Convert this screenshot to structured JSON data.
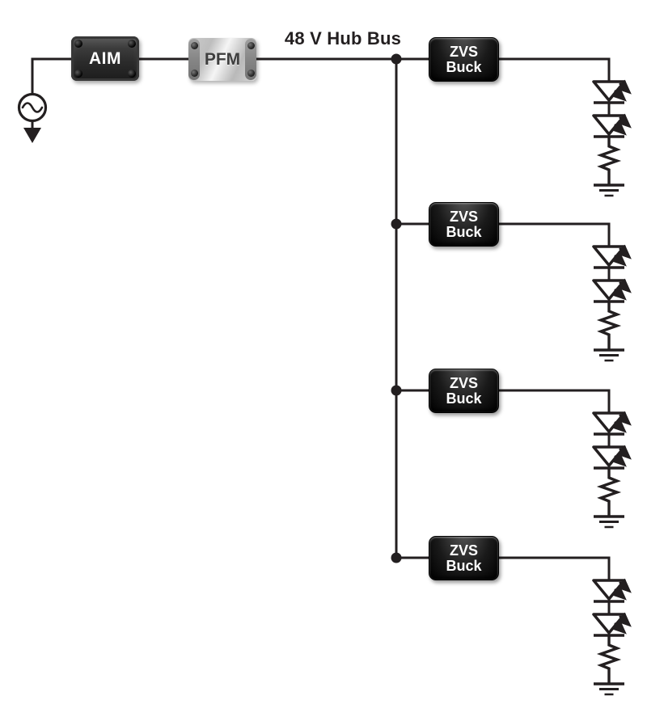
{
  "diagram": {
    "bus_label": "48 V Hub Bus"
  },
  "modules": {
    "aim": {
      "label": "AIM"
    },
    "pfm": {
      "label": "PFM"
    }
  },
  "branches": [
    {
      "module": {
        "line1": "ZVS",
        "line2": "Buck"
      },
      "load": {
        "led_count": 2,
        "resistor_count": 1,
        "grounded": true
      }
    },
    {
      "module": {
        "line1": "ZVS",
        "line2": "Buck"
      },
      "load": {
        "led_count": 2,
        "resistor_count": 1,
        "grounded": true
      }
    },
    {
      "module": {
        "line1": "ZVS",
        "line2": "Buck"
      },
      "load": {
        "led_count": 2,
        "resistor_count": 1,
        "grounded": true
      }
    },
    {
      "module": {
        "line1": "ZVS",
        "line2": "Buck"
      },
      "load": {
        "led_count": 2,
        "resistor_count": 1,
        "grounded": true
      }
    }
  ],
  "icons": {
    "source": "ac-source-icon",
    "source_ground": "arrow-down-icon",
    "led": "led-icon",
    "resistor": "resistor-icon",
    "ground": "ground-icon",
    "junction": "junction-dot-icon"
  },
  "colors": {
    "background": "#ffffff",
    "wire": "#231f20",
    "aim_box": "#2c2c2c",
    "pfm_box": "#d8d8d8",
    "zvs_box": "#0c0c0c",
    "module_text_light": "#ffffff",
    "module_text_dark": "#3f3f3f",
    "bus_label_text": "#231f20"
  }
}
